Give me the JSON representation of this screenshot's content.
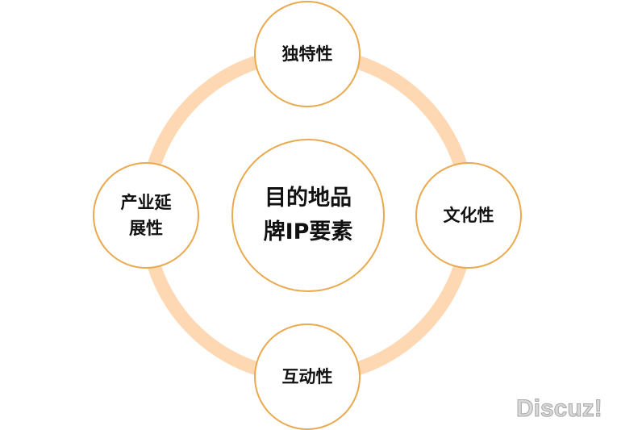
{
  "center": {
    "line1": "目的地品",
    "line2": "牌IP要素"
  },
  "nodes": {
    "top": "独特性",
    "right": "文化性",
    "bottom": "互动性",
    "left_line1": "产业延",
    "left_line2": "展性"
  },
  "watermark": "Discuz!",
  "colors": {
    "ring": "#fdd8b3",
    "border": "#e9a94f"
  }
}
